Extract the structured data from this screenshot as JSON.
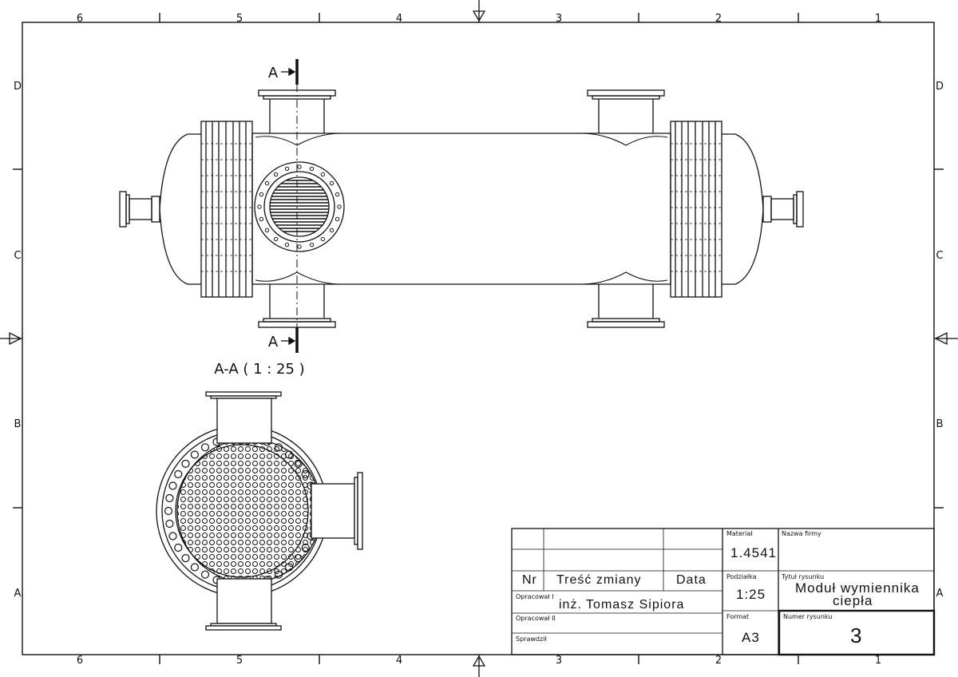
{
  "frame": {
    "columns": [
      "6",
      "5",
      "4",
      "3",
      "2",
      "1"
    ],
    "rows": [
      "D",
      "C",
      "B",
      "A"
    ]
  },
  "view": {
    "section_marker": "A",
    "section_caption": "A-A ( 1 : 25 )"
  },
  "title_block": {
    "material_label": "Materiał",
    "material_value": "1.4541",
    "company_label": "Nazwa firmy",
    "company_value": "",
    "rev_nr": "Nr",
    "rev_content": "Treść zmiany",
    "rev_date": "Data",
    "scale_label": "Podziałka",
    "scale_value": "1:25",
    "title_label": "Tytuł rysunku",
    "title_line1": "Moduł wymiennika",
    "title_line2": "ciepła",
    "drawn_label": "Opracował I",
    "drawn_value": "inż. Tomasz Sipiora",
    "drawn2_label": "Opracował II",
    "format_label": "Format",
    "format_value": "A3",
    "number_label": "Numer rysunku",
    "number_value": "3",
    "checked_label": "Sprawdził"
  }
}
